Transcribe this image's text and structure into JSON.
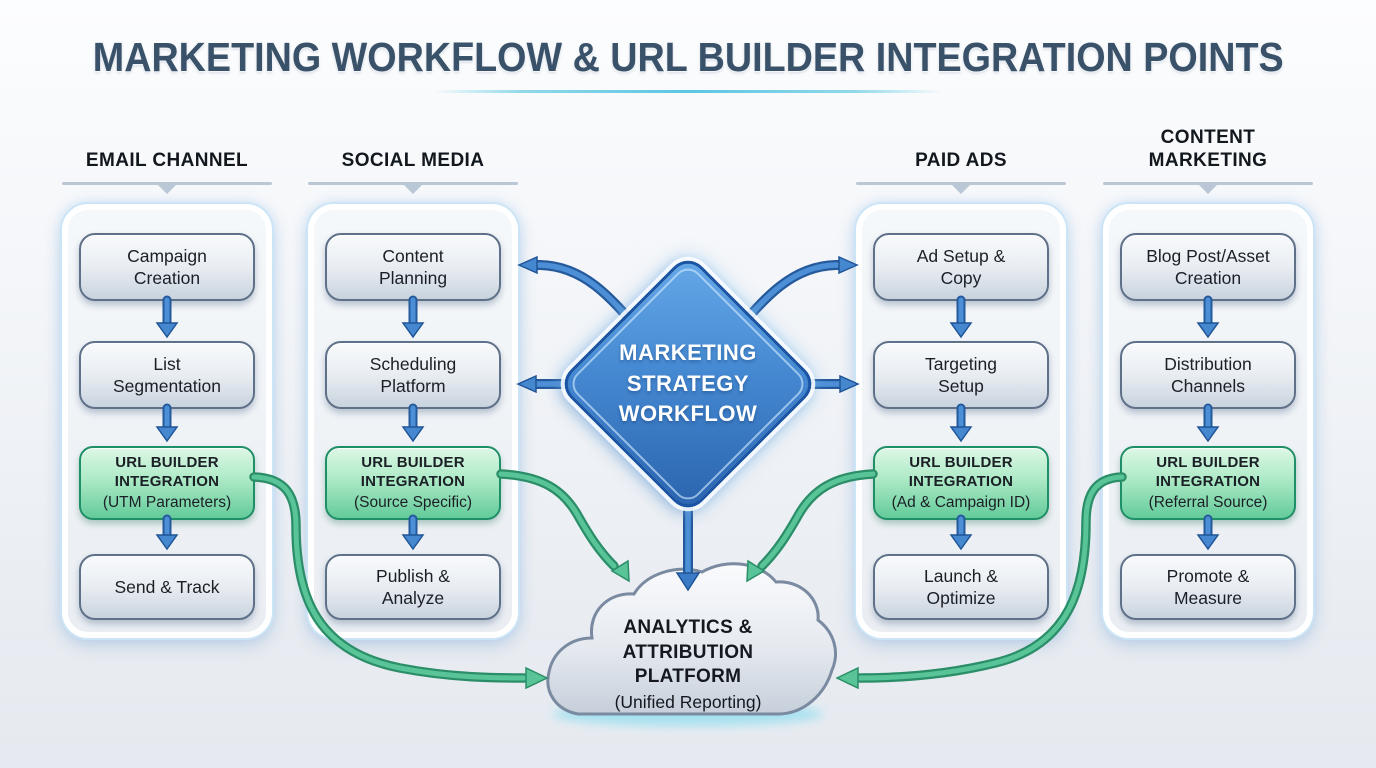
{
  "title": "MARKETING WORKFLOW & URL BUILDER INTEGRATION POINTS",
  "diamond": {
    "lines": [
      "MARKETING",
      "STRATEGY",
      "WORKFLOW"
    ]
  },
  "cloud": {
    "bold_lines": [
      "ANALYTICS &",
      "ATTRIBUTION",
      "PLATFORM"
    ],
    "subtitle": "(Unified Reporting)"
  },
  "columns": [
    {
      "header": "EMAIL CHANNEL",
      "steps": [
        {
          "lines": [
            "Campaign",
            "Creation"
          ]
        },
        {
          "lines": [
            "List",
            "Segmentation"
          ]
        },
        {
          "integration": true,
          "title": [
            "URL BUILDER",
            "INTEGRATION"
          ],
          "subtitle": "(UTM Parameters)"
        },
        {
          "lines": [
            "Send & Track"
          ]
        }
      ]
    },
    {
      "header": "SOCIAL MEDIA",
      "steps": [
        {
          "lines": [
            "Content",
            "Planning"
          ]
        },
        {
          "lines": [
            "Scheduling",
            "Platform"
          ]
        },
        {
          "integration": true,
          "title": [
            "URL BUILDER",
            "INTEGRATION"
          ],
          "subtitle": "(Source Specific)"
        },
        {
          "lines": [
            "Publish &",
            "Analyze"
          ]
        }
      ]
    },
    {
      "header": "PAID ADS",
      "steps": [
        {
          "lines": [
            "Ad Setup &",
            "Copy"
          ]
        },
        {
          "lines": [
            "Targeting",
            "Setup"
          ]
        },
        {
          "integration": true,
          "title": [
            "URL BUILDER",
            "INTEGRATION"
          ],
          "subtitle": "(Ad & Campaign ID)"
        },
        {
          "lines": [
            "Launch &",
            "Optimize"
          ]
        }
      ]
    },
    {
      "header": "CONTENT MARKETING",
      "steps": [
        {
          "lines": [
            "Blog Post/Asset",
            "Creation"
          ]
        },
        {
          "lines": [
            "Distribution",
            "Channels"
          ]
        },
        {
          "integration": true,
          "title": [
            "URL BUILDER",
            "INTEGRATION"
          ],
          "subtitle": "(Referral Source)"
        },
        {
          "lines": [
            "Promote &",
            "Measure"
          ]
        }
      ]
    }
  ],
  "colors": {
    "title_text": "#3a5269",
    "title_underline_cyan": "#5cc6e2",
    "accent_blue_arrow": "#4688d0",
    "accent_green_arrow": "#58c497",
    "diamond_blue": "#3c7ec8",
    "integration_green": "#63cb9a",
    "integration_border": "#1f8f68",
    "step_box_border": "#5f7189",
    "header_rule": "#b9c7d6",
    "cloud_fill": "#dde3ea",
    "cloud_border": "#7a8aa0"
  }
}
